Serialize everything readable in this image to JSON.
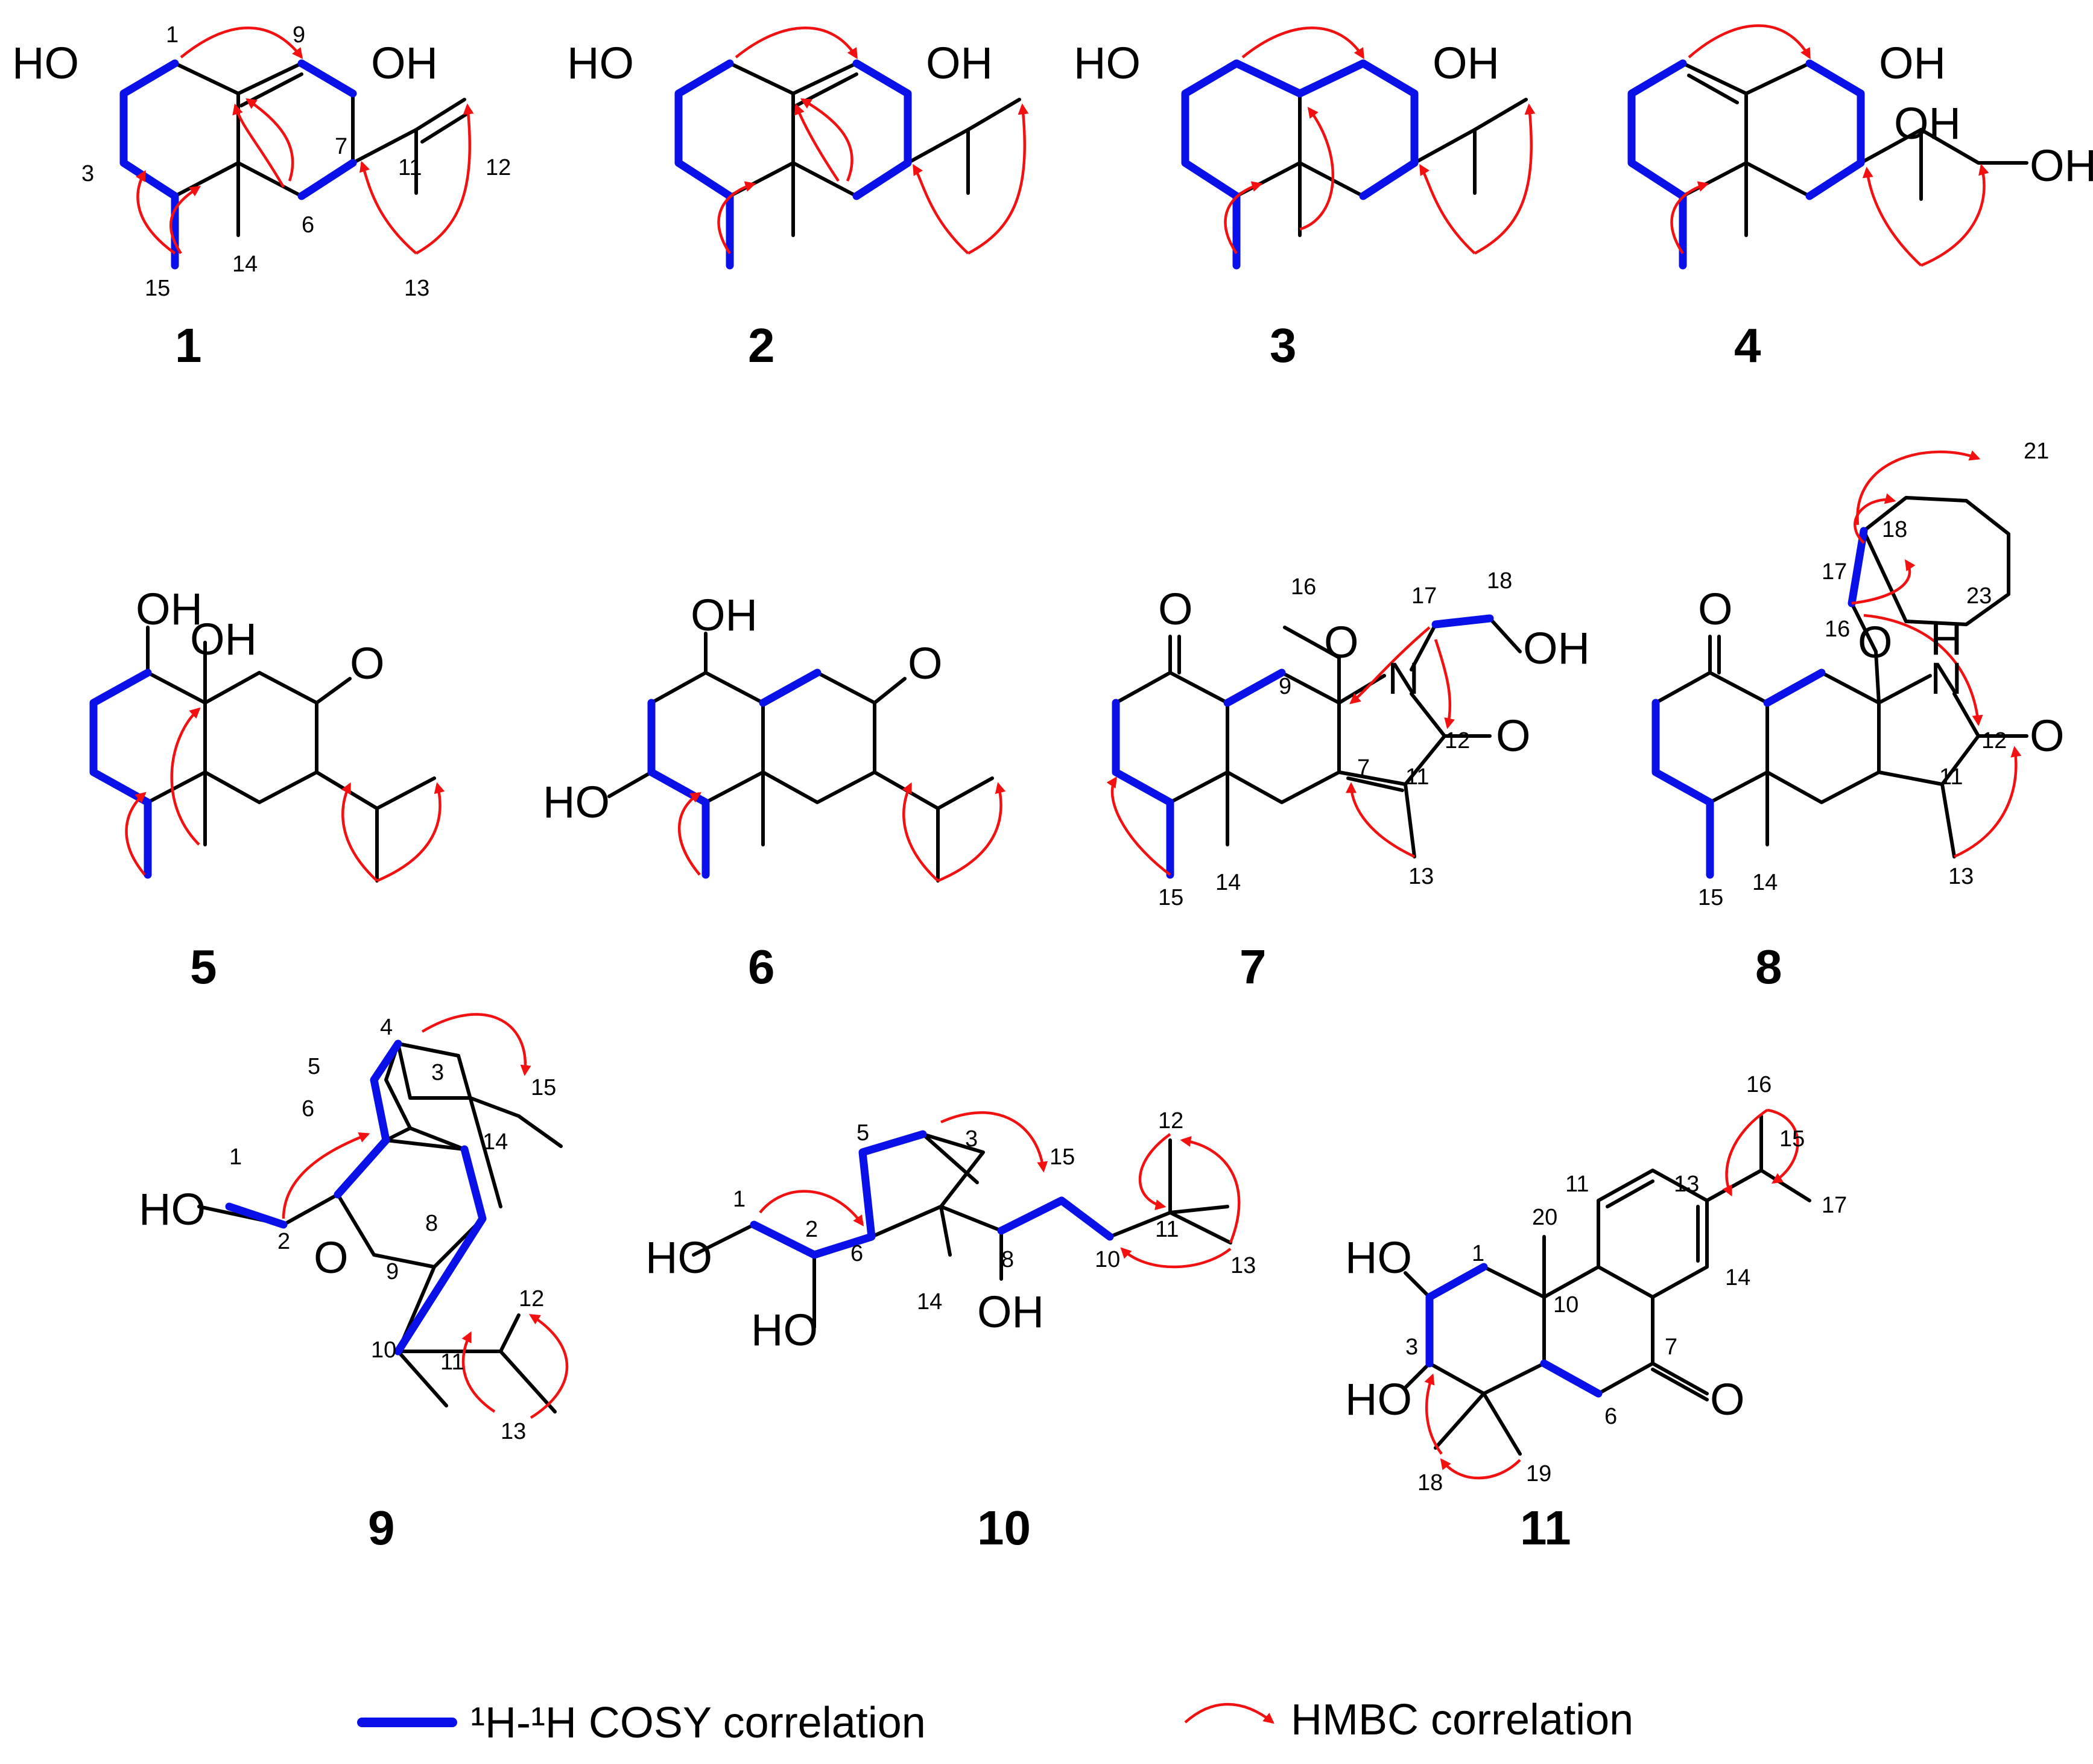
{
  "compound_labels": [
    "1",
    "2",
    "3",
    "4",
    "5",
    "6",
    "7",
    "8",
    "9",
    "10",
    "11"
  ],
  "atom_labels": {
    "c1": [
      "HO",
      "OH"
    ],
    "c2": [
      "HO",
      "OH"
    ],
    "c3": [
      "HO",
      "OH"
    ],
    "c4": [
      "OH",
      "OH",
      "OH"
    ],
    "c5": [
      "OH",
      "OH",
      "O"
    ],
    "c6": [
      "OH",
      "HO",
      "O"
    ],
    "c7": [
      "O",
      "O",
      "N",
      "OH",
      "O"
    ],
    "c8": [
      "O",
      "O",
      "N",
      "H",
      "O"
    ],
    "c9": [
      "HO",
      "O"
    ],
    "c10": [
      "HO",
      "HO",
      "OH"
    ],
    "c11": [
      "HO",
      "HO",
      "O"
    ]
  },
  "position_numbers": {
    "c1": [
      "1",
      "9",
      "3",
      "7",
      "11",
      "12",
      "6",
      "14",
      "15",
      "13"
    ],
    "c7": [
      "16",
      "17",
      "18",
      "9",
      "12",
      "7",
      "11",
      "14",
      "15",
      "13"
    ],
    "c8": [
      "21",
      "18",
      "17",
      "23",
      "16",
      "12",
      "11",
      "14",
      "15",
      "13"
    ],
    "c9": [
      "4",
      "5",
      "3",
      "15",
      "6",
      "1",
      "14",
      "2",
      "8",
      "9",
      "12",
      "10",
      "11",
      "13"
    ],
    "c10": [
      "5",
      "3",
      "15",
      "1",
      "2",
      "6",
      "12",
      "8",
      "11",
      "10",
      "13",
      "14"
    ],
    "c11": [
      "16",
      "15",
      "17",
      "11",
      "13",
      "20",
      "1",
      "10",
      "14",
      "3",
      "7",
      "6",
      "18",
      "19"
    ]
  },
  "legend": {
    "cosy_label": "¹H-¹H COSY correlation",
    "hmbc_label": "HMBC correlation",
    "cosy_color": "#0a10e8",
    "hmbc_color": "#f21010"
  }
}
